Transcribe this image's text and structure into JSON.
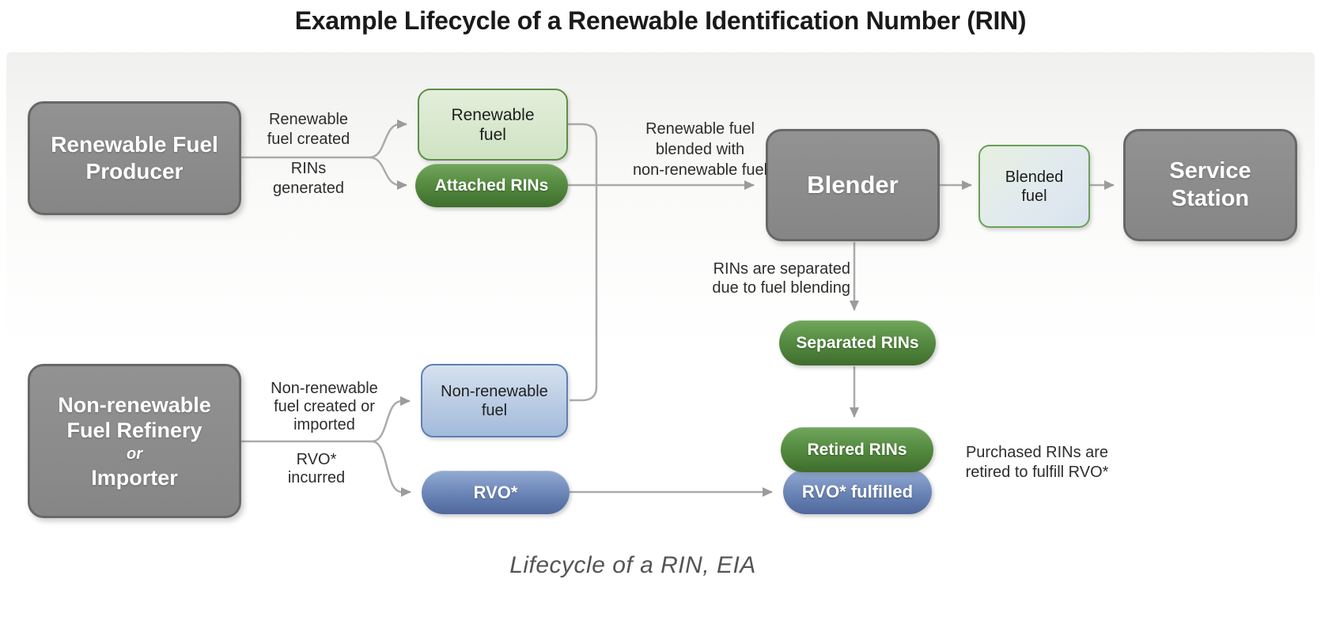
{
  "title": "Example Lifecycle of a Renewable Identification Number (RIN)",
  "caption": "Lifecycle of a RIN, EIA",
  "colors": {
    "node_gray_fill": "#8c8c8c",
    "node_gray_border": "#686868",
    "green_pill": "#548a3f",
    "green_box_fill": "#d9e9cf",
    "green_box_border": "#5c9047",
    "blue_pill": "#6d87b8",
    "blue_box_fill": "#c3d3e8",
    "blue_box_border": "#5e80b2",
    "connector_gray": "#ababab",
    "label_text": "#2d2d2d",
    "caption_text": "#545454"
  },
  "nodes": {
    "producer": {
      "lines": [
        "Renewable Fuel",
        "Producer"
      ]
    },
    "refinery": {
      "lines": [
        "Non-renewable",
        "Fuel Refinery",
        "or",
        "Importer"
      ]
    },
    "renewable_fuel": {
      "lines": [
        "Renewable",
        "fuel"
      ]
    },
    "attached_rins": {
      "label": "Attached RINs"
    },
    "non_renewable_fuel": {
      "lines": [
        "Non-renewable",
        "fuel"
      ]
    },
    "rvo": {
      "label": "RVO*"
    },
    "blender": {
      "label": "Blender"
    },
    "blended_fuel": {
      "lines": [
        "Blended",
        "fuel"
      ]
    },
    "service_station": {
      "lines": [
        "Service",
        "Station"
      ]
    },
    "separated_rins": {
      "label": "Separated RINs"
    },
    "retired_rins": {
      "label": "Retired RINs"
    },
    "rvo_fulfilled": {
      "label": "RVO* fulfilled"
    }
  },
  "edge_labels": {
    "renewable_created": {
      "lines": [
        "Renewable",
        "fuel created"
      ]
    },
    "rins_generated": {
      "lines": [
        "RINs",
        "generated"
      ]
    },
    "blended_with": {
      "lines": [
        "Renewable fuel",
        "blended with",
        "non-renewable fuel"
      ]
    },
    "rins_separated": {
      "lines": [
        "RINs are separated",
        "due to fuel blending"
      ]
    },
    "nonrenewable_created": {
      "lines": [
        "Non-renewable",
        "fuel created or",
        "imported"
      ]
    },
    "rvo_incurred": {
      "lines": [
        "RVO*",
        "incurred"
      ]
    },
    "purchased_rins": {
      "lines": [
        "Purchased RINs are",
        "retired to fulfill RVO*"
      ]
    }
  }
}
